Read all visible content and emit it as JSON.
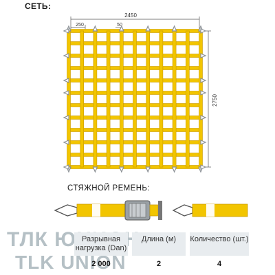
{
  "titles": {
    "net": "СЕТЬ:",
    "strap": "СТЯЖНОЙ РЕМЕНЬ:"
  },
  "dimensions": {
    "width": "2450",
    "height": "2750",
    "cell": "250",
    "band": "50"
  },
  "colors": {
    "yellow": "#f2c500",
    "yellow_dark": "#c99a00",
    "gray_hook": "#8a8f94",
    "table_bg": "#e8ecef",
    "watermark": "#7f97a3"
  },
  "table": {
    "headers": [
      "Разрывная нагрузка (Dan)",
      "Длина (м)",
      "Количество (шт.)"
    ],
    "values": [
      "2 000",
      "2",
      "4"
    ]
  },
  "watermark": {
    "line1": "ТЛК ЮНИОН",
    "line2": "TLK UNION"
  },
  "icons": {
    "hook": "hook-icon",
    "ratchet": "ratchet-buckle-icon"
  }
}
